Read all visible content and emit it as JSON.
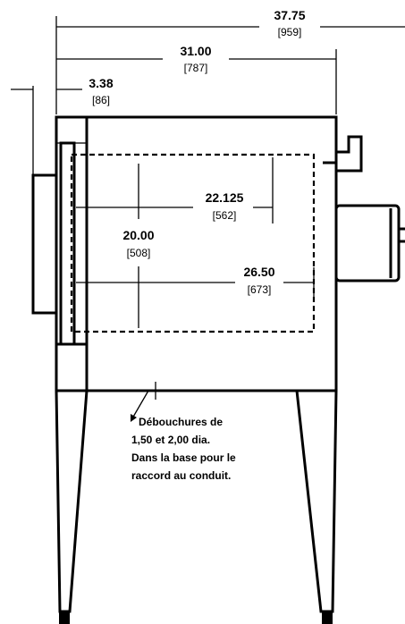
{
  "dimensions": {
    "overall_width": {
      "value": "37.75",
      "metric": "[959]"
    },
    "body_width": {
      "value": "31.00",
      "metric": "[787]"
    },
    "door_offset": {
      "value": "3.38",
      "metric": "[86]"
    },
    "inner_height": {
      "value": "20.00",
      "metric": "[508]"
    },
    "inner_depth": {
      "value": "22.125",
      "metric": "[562]"
    },
    "inner_width": {
      "value": "26.50",
      "metric": "[673]"
    }
  },
  "note": {
    "lines": [
      "Débouchures de",
      "1,50 et 2,00 dia.",
      "Dans la base pour le",
      "raccord au conduit."
    ]
  }
}
